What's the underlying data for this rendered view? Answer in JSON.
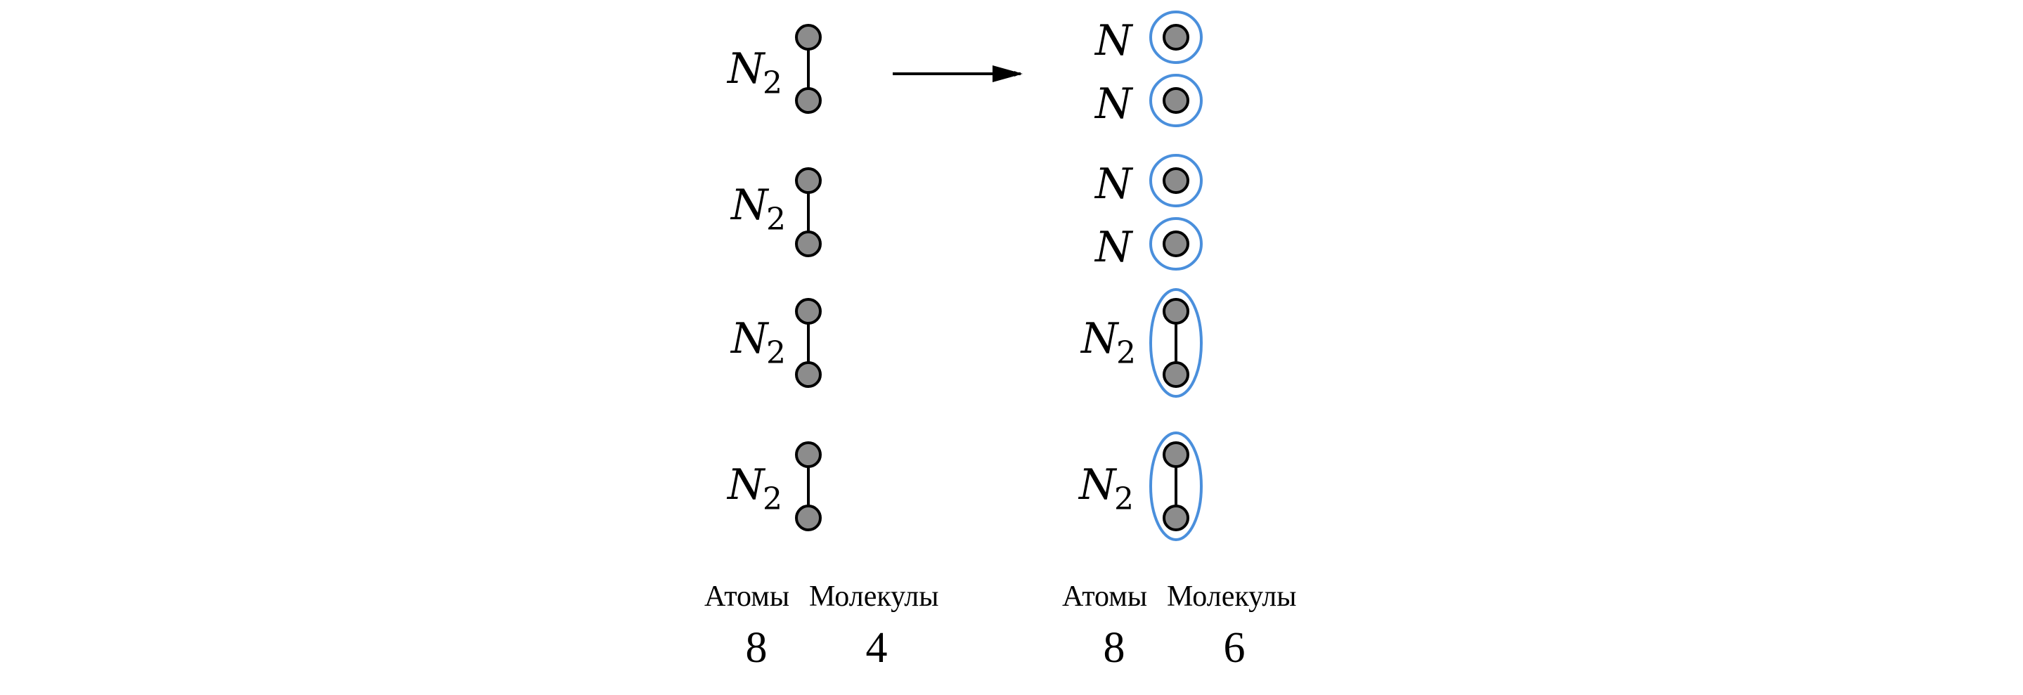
{
  "colors": {
    "atom_fill": "#8c8c8c",
    "atom_stroke": "#000000",
    "highlight": "#4a8fdc",
    "arrow": "#000000"
  },
  "left": {
    "molecules": [
      {
        "symbol": "N",
        "subscript": "2"
      },
      {
        "symbol": "N",
        "subscript": "2"
      },
      {
        "symbol": "N",
        "subscript": "2"
      },
      {
        "symbol": "N",
        "subscript": "2"
      }
    ],
    "atoms_label": "Атомы",
    "molecules_label": "Молекулы",
    "atoms_count": "8",
    "molecules_count": "4"
  },
  "right": {
    "single_atoms": [
      {
        "symbol": "N"
      },
      {
        "symbol": "N"
      },
      {
        "symbol": "N"
      },
      {
        "symbol": "N"
      }
    ],
    "molecules": [
      {
        "symbol": "N",
        "subscript": "2"
      },
      {
        "symbol": "N",
        "subscript": "2"
      }
    ],
    "atoms_label": "Атомы",
    "molecules_label": "Молекулы",
    "atoms_count": "8",
    "molecules_count": "6"
  }
}
